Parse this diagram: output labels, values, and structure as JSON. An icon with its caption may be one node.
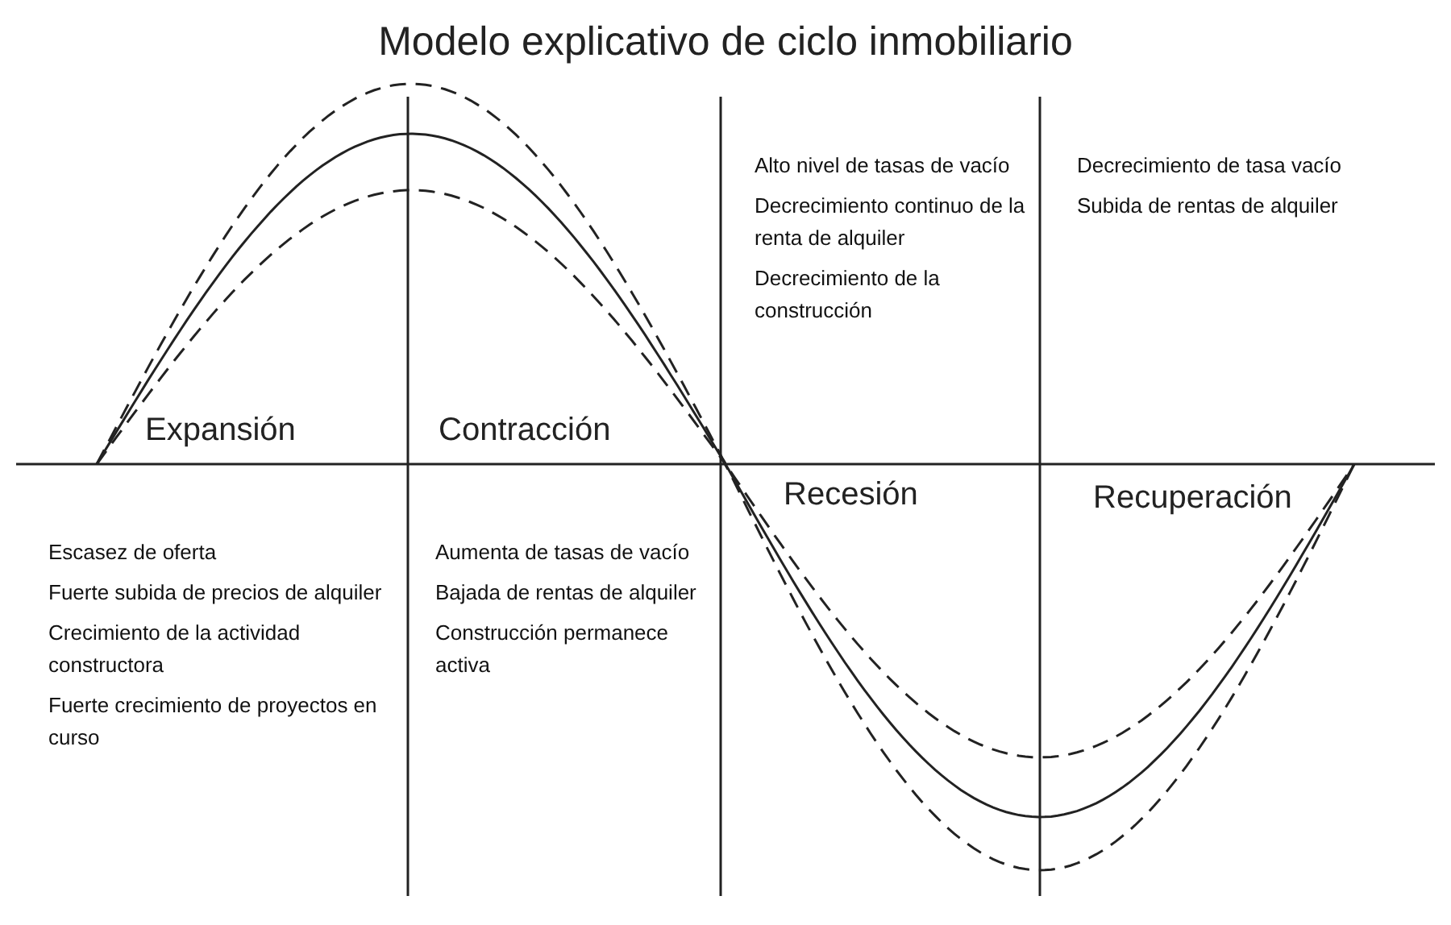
{
  "diagram": {
    "title": "Modelo explicativo de ciclo inmobiliario",
    "labels": [
      "Alto nivel de tasas de vacío",
      "Decrecimiento continuo de la renta de alquiler",
      "Decrecimiento de la construcción",
      "Decrecimiento de tasa vacío",
      "Subida de rentas de alquiler",
      "Expansión",
      "Contracción",
      "Recesión",
      "Recuperación",
      "Escasez de oferta",
      "Fuerte subida de precios de alquiler",
      "Crecimiento de la actividad constructora",
      "Fuerte crecimiento de proyectos en curso",
      "Aumenta de tasas de vacío",
      "Bajada de rentas de alquiler",
      "Construcción permanece activa"
    ]
  }
}
